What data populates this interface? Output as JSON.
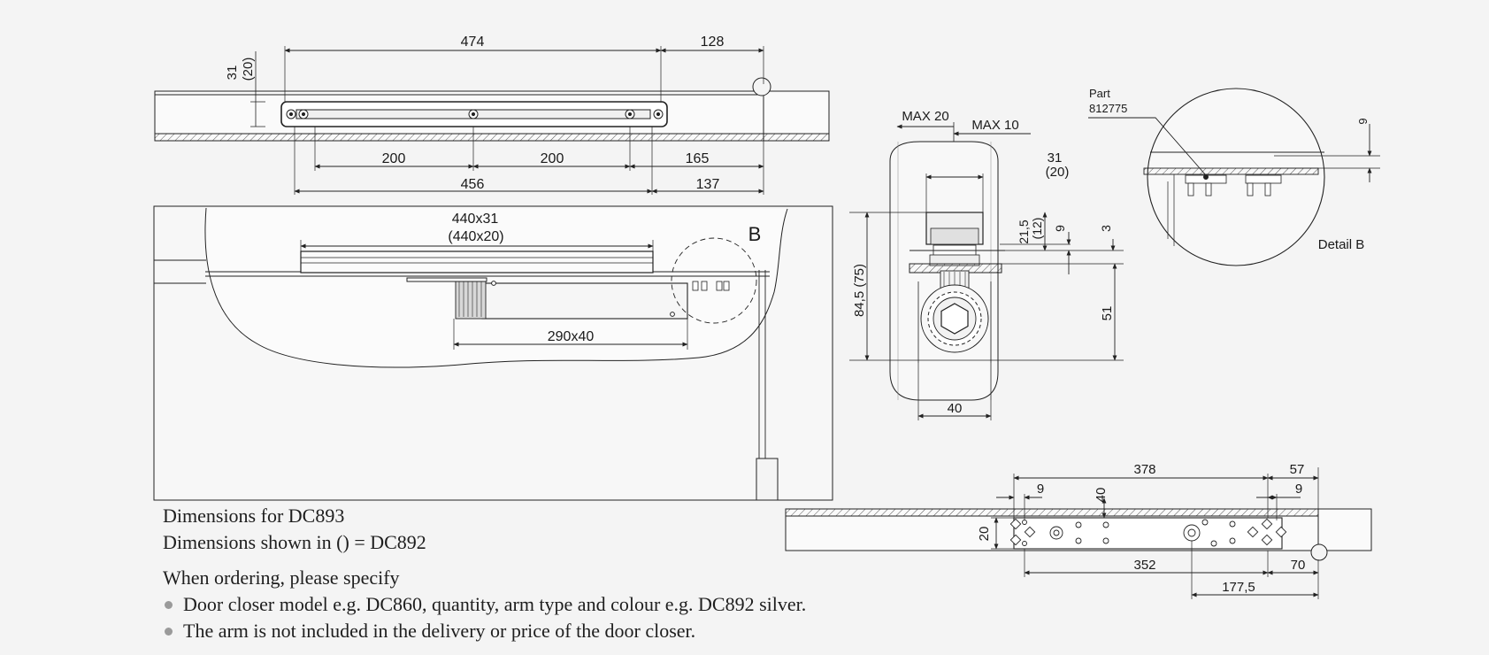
{
  "labels": {
    "top_474": "474",
    "top_128": "128",
    "left_31": "31",
    "left_20p": "(20)",
    "d200a": "200",
    "d200b": "200",
    "d165": "165",
    "d456": "456",
    "d137": "137",
    "chan1": "440x31",
    "chan2": "(440x20)",
    "d290": "290x40",
    "markerB": "B",
    "max20": "MAX 20",
    "max10": "MAX 10",
    "s31": "31",
    "s20p": "(20)",
    "s215": "21,5",
    "s12p": "(12)",
    "s9": "9",
    "s3": "3",
    "s845": "84,5 (75)",
    "s51": "51",
    "s40": "40",
    "part": "Part",
    "partno": "812775",
    "det9": "9",
    "detailB": "Detail  B",
    "p378": "378",
    "p57": "57",
    "p9a": "9",
    "p9b": "9",
    "p40": "40",
    "p20": "20",
    "p352": "352",
    "p70": "70",
    "p1775": "177,5"
  },
  "notes": {
    "line1": "Dimensions for DC893",
    "line2": "Dimensions shown in () = DC892",
    "ordering": "When ordering, please specify",
    "bullets": [
      "Door closer model e.g. DC860, quantity, arm type and colour e.g. DC892 silver.",
      "The arm is not included in the delivery or price of the door closer."
    ]
  }
}
